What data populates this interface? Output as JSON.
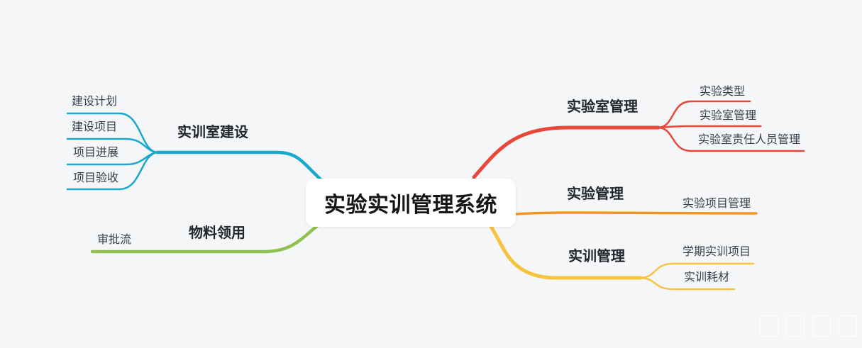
{
  "canvas": {
    "background_color": "#f5f6f8"
  },
  "central": {
    "title": "实验实训管理系统"
  },
  "branches": [
    {
      "label": "实训室建设",
      "color": "#18a8cd",
      "side": "left-top",
      "children": [
        "建设计划",
        "建设项目",
        "项目进展",
        "项目验收"
      ]
    },
    {
      "label": "物料领用",
      "color": "#8fc24e",
      "side": "left-bottom",
      "children": [
        "审批流"
      ]
    },
    {
      "label": "实验室管理",
      "color": "#e8473a",
      "side": "right-top",
      "children": [
        "实验类型",
        "实验室管理",
        "实验室责任人员管理"
      ]
    },
    {
      "label": "实验管理",
      "color": "#f39422",
      "side": "right-middle",
      "children": [
        "实验项目管理"
      ]
    },
    {
      "label": "实训管理",
      "color": "#f6c33e",
      "side": "right-bottom",
      "children": [
        "学期实训项目",
        "实训耗材"
      ]
    }
  ],
  "watermark": {
    "shape": "squares",
    "count": 4
  }
}
